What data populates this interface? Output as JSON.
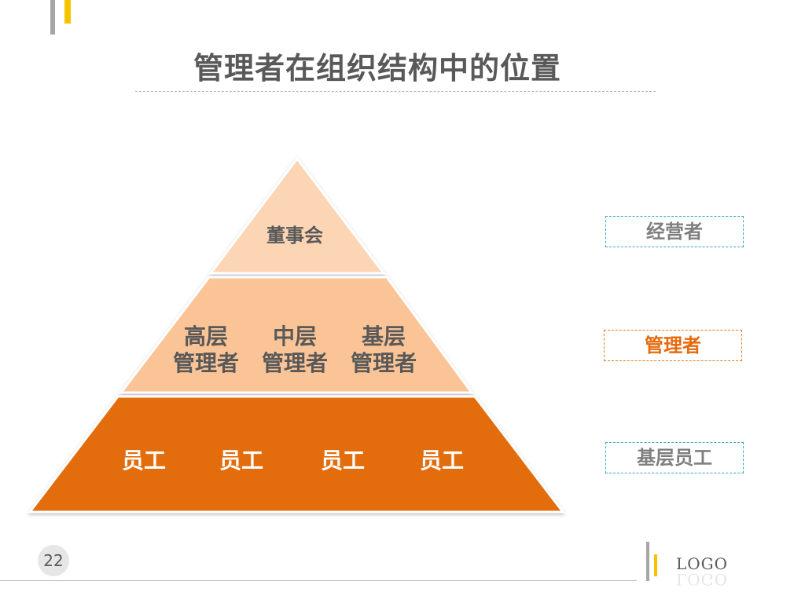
{
  "header": {
    "title": "管理者在组织结构中的位置"
  },
  "pyramid": {
    "top": {
      "label": "董事会",
      "color": "#fcd5b5"
    },
    "middle": {
      "items": [
        "高层\n管理者",
        "中层\n管理者",
        "基层\n管理者"
      ],
      "color": "#fbc496"
    },
    "bottom": {
      "items": [
        "员工",
        "员工",
        "员工",
        "员工"
      ],
      "color": "#e36c0a"
    }
  },
  "legend": {
    "top": {
      "label": "经营者",
      "border_color": "#31a8c4"
    },
    "middle": {
      "label": "管理者",
      "border_color": "#e8781e",
      "text_color": "#e8690c"
    },
    "bottom": {
      "label": "基层员工",
      "border_color": "#31a8c4"
    }
  },
  "footer": {
    "page_number": "22",
    "logo": "LOGO"
  }
}
